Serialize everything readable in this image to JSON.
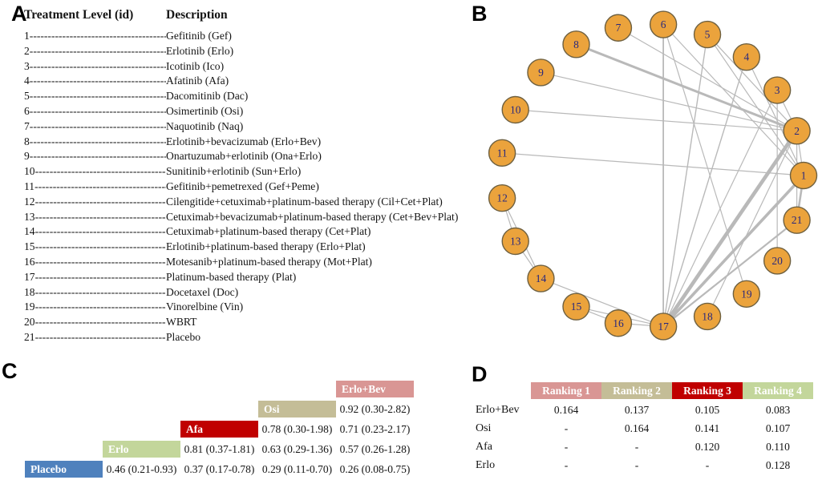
{
  "panels": {
    "a": {
      "label": "A"
    },
    "b": {
      "label": "B"
    },
    "c": {
      "label": "C"
    },
    "d": {
      "label": "D"
    }
  },
  "colors": {
    "node_fill": "#EBA33C",
    "node_border": "#6E6040",
    "node_text": "#28287E",
    "edge": "#B9B9B9",
    "placebo_blue": "#4F81BD",
    "erlo_green": "#C3D69B",
    "afa_red": "#C00000",
    "osi_tan": "#C4BD97",
    "erlobev_rose": "#D99694"
  },
  "chart_data": [
    {
      "type": "table",
      "name": "treatment_levels",
      "columns": [
        "Treatment Level (id)",
        "Description"
      ],
      "rows": [
        {
          "id": "1",
          "description": "Gefitinib (Gef)"
        },
        {
          "id": "2",
          "description": "Erlotinib (Erlo)"
        },
        {
          "id": "3",
          "description": "Icotinib (Ico)"
        },
        {
          "id": "4",
          "description": "Afatinib (Afa)"
        },
        {
          "id": "5",
          "description": "Dacomitinib (Dac)"
        },
        {
          "id": "6",
          "description": "Osimertinib (Osi)"
        },
        {
          "id": "7",
          "description": "Naquotinib (Naq)"
        },
        {
          "id": "8",
          "description": "Erlotinib+bevacizumab (Erlo+Bev)"
        },
        {
          "id": "9",
          "description": "Onartuzumab+erlotinib (Ona+Erlo)"
        },
        {
          "id": "10",
          "description": "Sunitinib+erlotinib (Sun+Erlo)"
        },
        {
          "id": "11",
          "description": "Gefitinib+pemetrexed (Gef+Peme)"
        },
        {
          "id": "12",
          "description": "Cilengitide+cetuximab+platinum-based therapy (Cil+Cet+Plat)"
        },
        {
          "id": "13",
          "description": "Cetuximab+bevacizumab+platinum-based therapy (Cet+Bev+Plat)"
        },
        {
          "id": "14",
          "description": "Cetuximab+platinum-based therapy (Cet+Plat)"
        },
        {
          "id": "15",
          "description": "Erlotinib+platinum-based therapy (Erlo+Plat)"
        },
        {
          "id": "16",
          "description": "Motesanib+platinum-based therapy (Mot+Plat)"
        },
        {
          "id": "17",
          "description": "Platinum-based therapy (Plat)"
        },
        {
          "id": "18",
          "description": "Docetaxel (Doc)"
        },
        {
          "id": "19",
          "description": "Vinorelbine (Vin)"
        },
        {
          "id": "20",
          "description": "WBRT"
        },
        {
          "id": "21",
          "description": "Placebo"
        }
      ]
    },
    {
      "type": "network",
      "name": "evidence_network",
      "node_ids": [
        "1",
        "2",
        "3",
        "4",
        "5",
        "6",
        "7",
        "8",
        "9",
        "10",
        "11",
        "12",
        "13",
        "14",
        "15",
        "16",
        "17",
        "18",
        "19",
        "20",
        "21"
      ],
      "edges": [
        [
          1,
          2,
          1.2
        ],
        [
          1,
          21,
          2.6
        ],
        [
          1,
          17,
          3.6
        ],
        [
          1,
          11,
          1.2
        ],
        [
          1,
          4,
          1.2
        ],
        [
          1,
          5,
          1.2
        ],
        [
          1,
          6,
          1.2
        ],
        [
          2,
          3,
          1.2
        ],
        [
          2,
          5,
          1.2
        ],
        [
          2,
          7,
          1.2
        ],
        [
          2,
          8,
          3
        ],
        [
          2,
          9,
          1.2
        ],
        [
          2,
          10,
          1.2
        ],
        [
          2,
          17,
          4.6
        ],
        [
          2,
          18,
          1.2
        ],
        [
          2,
          21,
          1.2
        ],
        [
          3,
          17,
          1.2
        ],
        [
          3,
          20,
          1.2
        ],
        [
          4,
          17,
          1.4
        ],
        [
          5,
          17,
          1.4
        ],
        [
          6,
          17,
          1.8
        ],
        [
          6,
          19,
          1.2
        ],
        [
          12,
          13,
          1.2
        ],
        [
          12,
          14,
          1.2
        ],
        [
          13,
          14,
          1.2
        ],
        [
          14,
          17,
          1.2
        ],
        [
          15,
          16,
          1.2
        ],
        [
          15,
          17,
          1.2
        ],
        [
          16,
          17,
          1.2
        ],
        [
          17,
          21,
          2.2
        ]
      ]
    },
    {
      "type": "table",
      "name": "league_table",
      "rows": [
        {
          "header": "Erlo+Bev",
          "color_key": "erlobev_rose",
          "cells": []
        },
        {
          "header": "Osi",
          "color_key": "osi_tan",
          "cells": [
            "0.92 (0.30-2.82)"
          ]
        },
        {
          "header": "Afa",
          "color_key": "afa_red",
          "cells": [
            "0.78 (0.30-1.98)",
            "0.71 (0.23-2.17)"
          ]
        },
        {
          "header": "Erlo",
          "color_key": "erlo_green",
          "cells": [
            "0.81 (0.37-1.81)",
            "0.63 (0.29-1.36)",
            "0.57 (0.26-1.28)"
          ]
        },
        {
          "header": "Placebo",
          "color_key": "placebo_blue",
          "cells": [
            "0.46 (0.21-0.93)",
            "0.37 (0.17-0.78)",
            "0.29 (0.11-0.70)",
            "0.26 (0.08-0.75)"
          ]
        }
      ]
    },
    {
      "type": "table",
      "name": "ranking_table",
      "columns": [
        {
          "label": "Ranking 1",
          "color_key": "erlobev_rose"
        },
        {
          "label": "Ranking 2",
          "color_key": "osi_tan"
        },
        {
          "label": "Ranking 3",
          "color_key": "afa_red"
        },
        {
          "label": "Ranking 4",
          "color_key": "erlo_green"
        }
      ],
      "rows": [
        {
          "label": "Erlo+Bev",
          "values": [
            "0.164",
            "0.137",
            "0.105",
            "0.083"
          ]
        },
        {
          "label": "Osi",
          "values": [
            "-",
            "0.164",
            "0.141",
            "0.107"
          ]
        },
        {
          "label": "Afa",
          "values": [
            "-",
            "-",
            "0.120",
            "0.110"
          ]
        },
        {
          "label": "Erlo",
          "values": [
            "-",
            "-",
            "-",
            "0.128"
          ]
        }
      ]
    }
  ]
}
